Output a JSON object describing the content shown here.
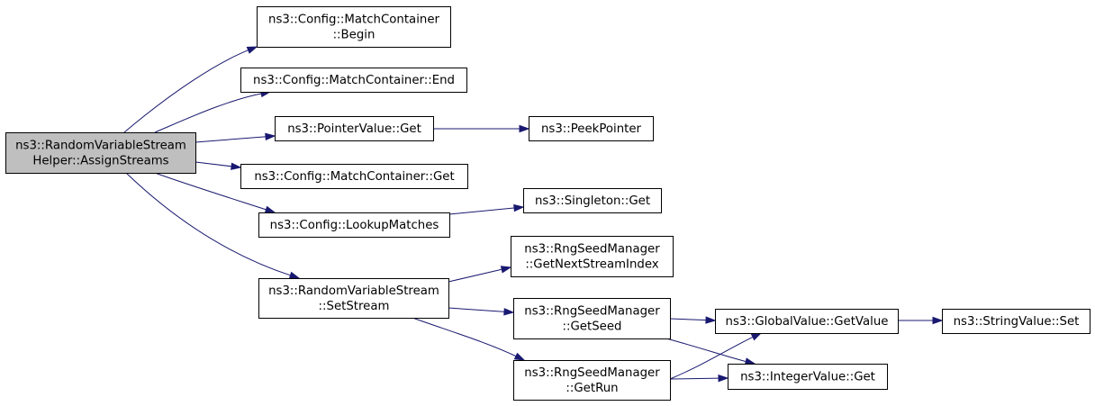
{
  "graph": {
    "nodes": {
      "assign_streams": {
        "lines": [
          "ns3::RandomVariableStream",
          "Helper::AssignStreams"
        ],
        "highlighted": true
      },
      "mc_begin": {
        "lines": [
          "ns3::Config::MatchContainer",
          "::Begin"
        ]
      },
      "mc_end": {
        "lines": [
          "ns3::Config::MatchContainer::End"
        ]
      },
      "pointer_get": {
        "lines": [
          "ns3::PointerValue::Get"
        ]
      },
      "peek_pointer": {
        "lines": [
          "ns3::PeekPointer"
        ]
      },
      "mc_get": {
        "lines": [
          "ns3::Config::MatchContainer::Get"
        ]
      },
      "lookup_matches": {
        "lines": [
          "ns3::Config::LookupMatches"
        ]
      },
      "singleton_get": {
        "lines": [
          "ns3::Singleton::Get"
        ]
      },
      "set_stream": {
        "lines": [
          "ns3::RandomVariableStream",
          "::SetStream"
        ]
      },
      "next_stream_index": {
        "lines": [
          "ns3::RngSeedManager",
          "::GetNextStreamIndex"
        ]
      },
      "get_seed": {
        "lines": [
          "ns3::RngSeedManager",
          "::GetSeed"
        ]
      },
      "get_run": {
        "lines": [
          "ns3::RngSeedManager",
          "::GetRun"
        ]
      },
      "global_get_value": {
        "lines": [
          "ns3::GlobalValue::GetValue"
        ]
      },
      "string_set": {
        "lines": [
          "ns3::StringValue::Set"
        ]
      },
      "integer_get": {
        "lines": [
          "ns3::IntegerValue::Get"
        ]
      }
    },
    "edges": [
      [
        "assign_streams",
        "mc_begin"
      ],
      [
        "assign_streams",
        "mc_end"
      ],
      [
        "assign_streams",
        "pointer_get"
      ],
      [
        "assign_streams",
        "mc_get"
      ],
      [
        "assign_streams",
        "lookup_matches"
      ],
      [
        "assign_streams",
        "set_stream"
      ],
      [
        "pointer_get",
        "peek_pointer"
      ],
      [
        "lookup_matches",
        "singleton_get"
      ],
      [
        "set_stream",
        "next_stream_index"
      ],
      [
        "set_stream",
        "get_seed"
      ],
      [
        "set_stream",
        "get_run"
      ],
      [
        "get_seed",
        "global_get_value"
      ],
      [
        "get_seed",
        "integer_get"
      ],
      [
        "get_run",
        "global_get_value"
      ],
      [
        "get_run",
        "integer_get"
      ],
      [
        "global_get_value",
        "string_set"
      ]
    ],
    "colors": {
      "edge": "#191970",
      "highlight_fill": "#bfbfbf",
      "border": "#000000"
    }
  }
}
